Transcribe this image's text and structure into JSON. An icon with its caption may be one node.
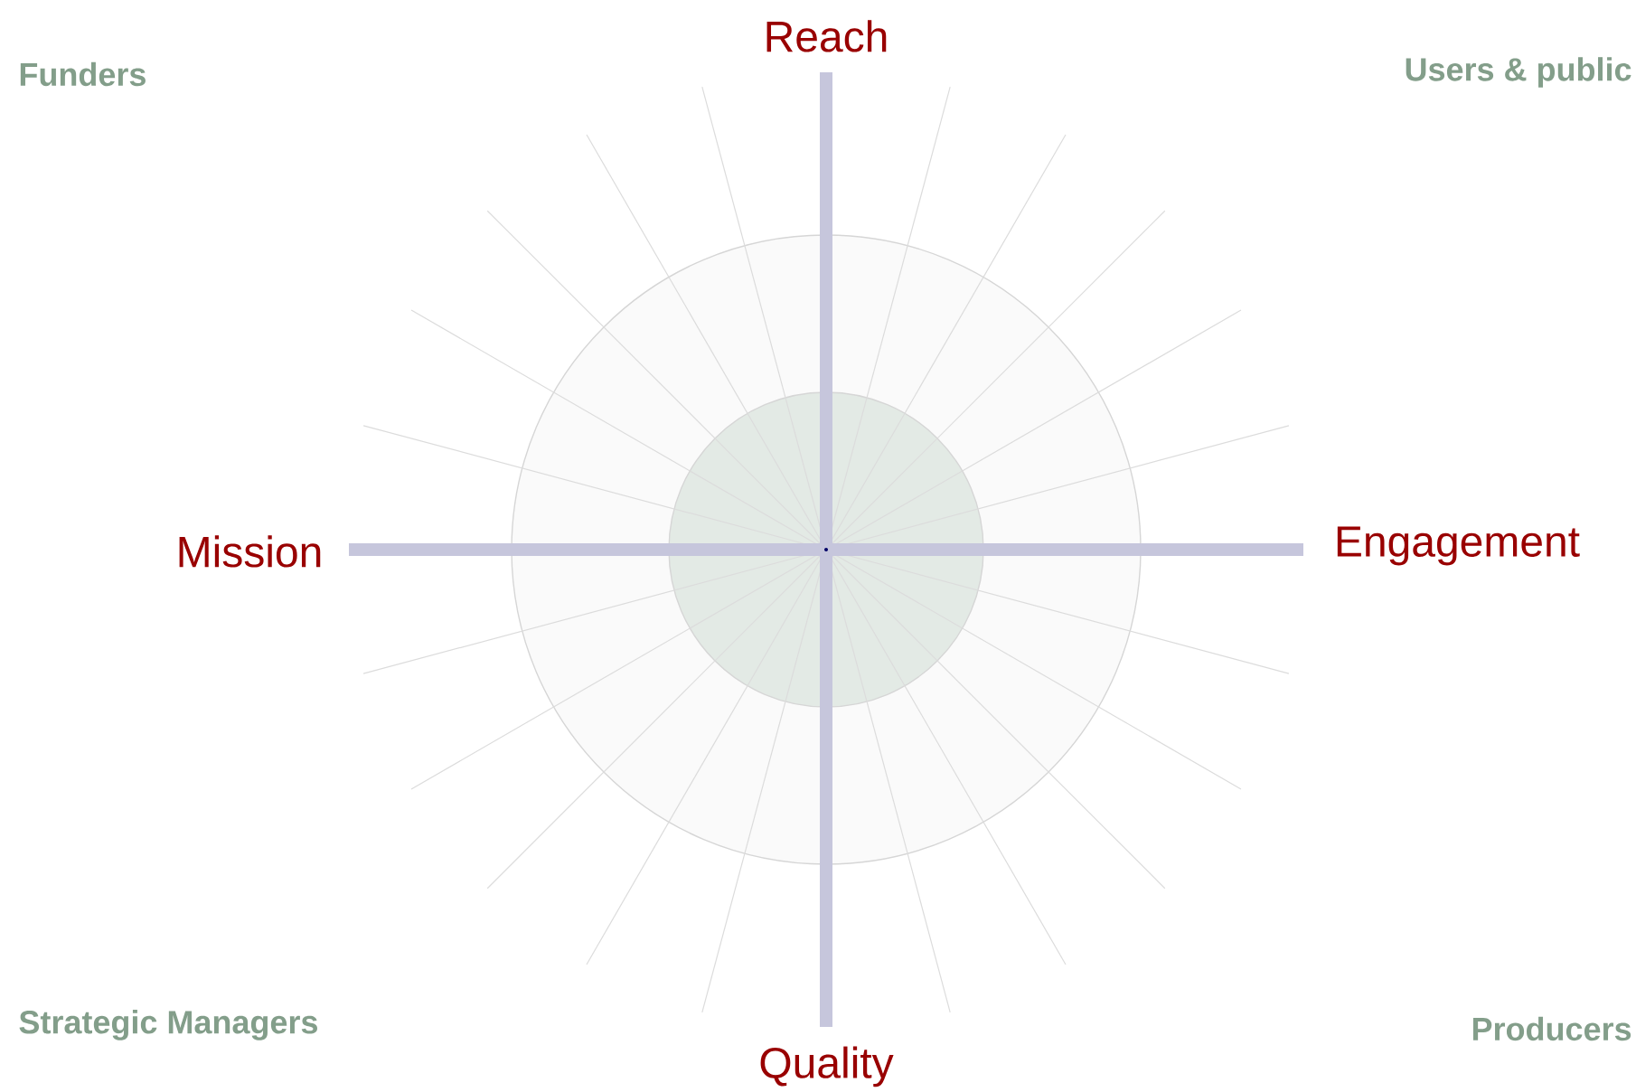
{
  "diagram": {
    "labels": [
      "Reach",
      "Funders",
      "Users & public",
      "Mission",
      "Engagement",
      "Strategic Managers",
      "Producers",
      "Quality"
    ]
  }
}
